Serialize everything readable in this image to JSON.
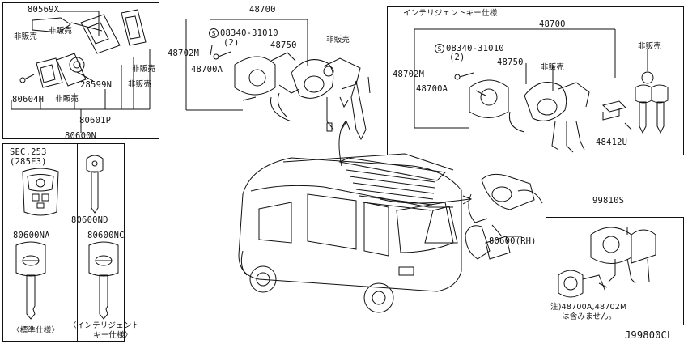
{
  "diagram_code": "J99800CL",
  "top_left_panel": {
    "assembly_part": "80600N",
    "parts": [
      "80569X",
      "28599N",
      "80604H",
      "80601P"
    ],
    "not_for_sale_labels": [
      "非販売",
      "非販売",
      "非販売",
      "非販売",
      "非販売"
    ]
  },
  "mid_left_panel": {
    "section_ref_line1": "SEC.253",
    "section_ref_line2": "(285E3)",
    "key_blank_part": "80600ND"
  },
  "bottom_left_panel": {
    "standard_key": {
      "part": "80600NA",
      "caption": "〈標準仕様〉"
    },
    "intelligent_key": {
      "part": "80600NC",
      "caption_line1": "〈インテリジェント",
      "caption_line2": "キー仕様〉"
    }
  },
  "center_top": {
    "assembly_part": "48700",
    "screw_code": "08340-31010",
    "screw_qty": "(2)",
    "screw_symbol": "S",
    "parts": [
      "48702M",
      "48750",
      "48700A"
    ],
    "not_for_sale": "非販売"
  },
  "right_panel": {
    "title": "インテリジェントキー仕様",
    "assembly_part": "48700",
    "screw_code": "08340-31010",
    "screw_qty": "(2)",
    "screw_symbol": "S",
    "parts": [
      "48702M",
      "48750",
      "48700A",
      "48412U"
    ],
    "not_for_sale_labels": [
      "非販売",
      "非販売"
    ]
  },
  "door_handle": {
    "part": "80600(RH)"
  },
  "lock_set_panel": {
    "part": "99810S",
    "note_line1": "注)48700A,48702M",
    "note_line2": "は含みません。"
  }
}
